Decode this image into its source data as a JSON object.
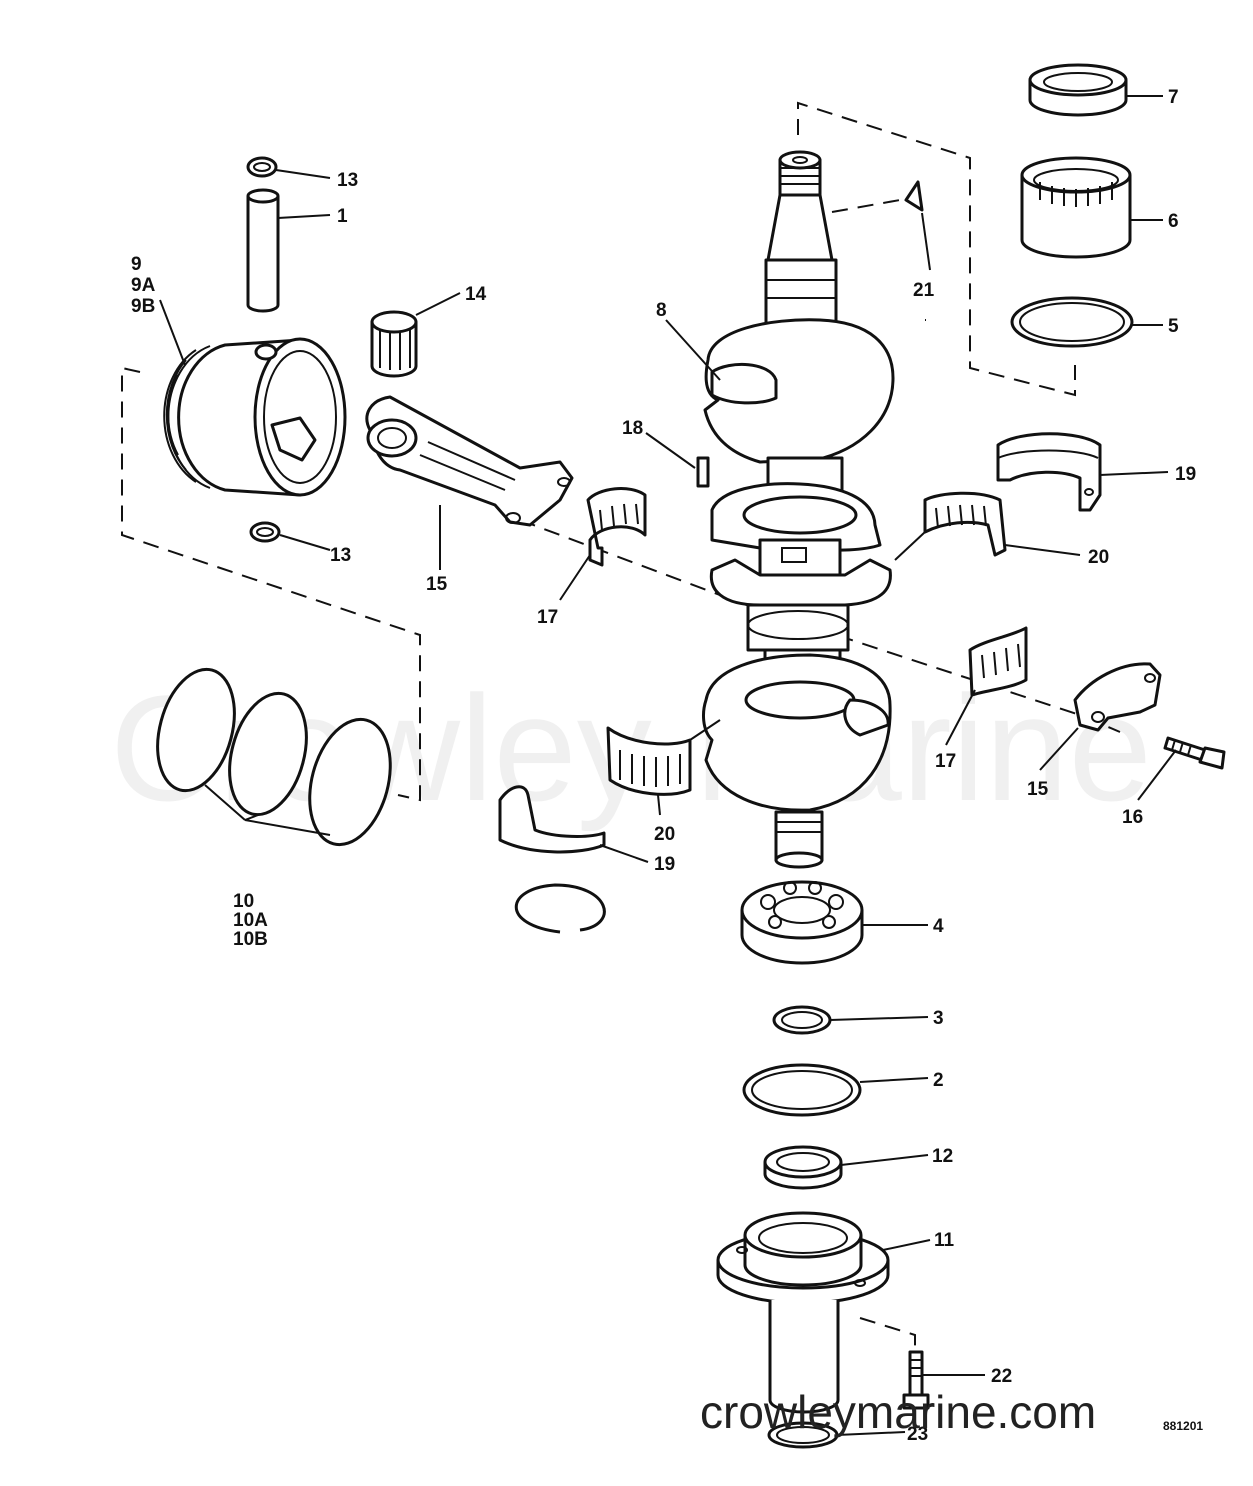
{
  "labels": {
    "l1": "1",
    "l2": "2",
    "l3": "3",
    "l4": "4",
    "l5": "5",
    "l6": "6",
    "l7": "7",
    "l8": "8",
    "l9": "9",
    "l9a": "9A",
    "l9b": "9B",
    "l10": "10",
    "l10a": "10A",
    "l10b": "10B",
    "l11": "11",
    "l12": "12",
    "l13a": "13",
    "l13b": "13",
    "l14": "14",
    "l15a": "15",
    "l15b": "15",
    "l16": "16",
    "l17a": "17",
    "l17b": "17",
    "l18": "18",
    "l19a": "19",
    "l19b": "19",
    "l20a": "20",
    "l20b": "20",
    "l21": "21",
    "l22": "22",
    "l23": "23"
  },
  "watermark": "Crowley Marine",
  "site_url": "crowleymarine.com",
  "drawing_code": "881201"
}
